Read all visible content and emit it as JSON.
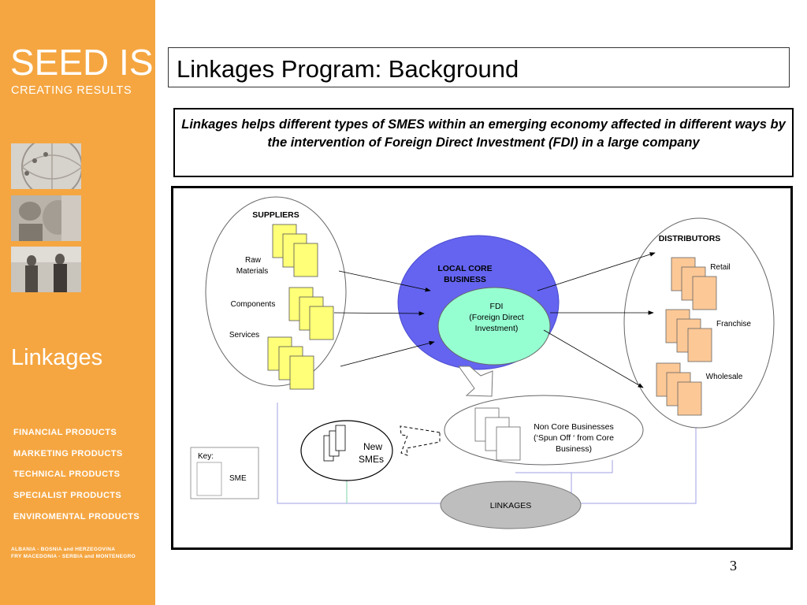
{
  "sidebar": {
    "brand": "SEED IS",
    "tagline": "CREATING RESULTS",
    "program_name": "Linkages",
    "nav_items": [
      "FINANCIAL PRODUCTS",
      "MARKETING PRODUCTS",
      "TECHNICAL PRODUCTS",
      "SPECIALIST PRODUCTS",
      "ENVIROMENTAL PRODUCTS"
    ],
    "countries_line1": "ALBANIA - BOSNIA and HERZEGOVINA",
    "countries_line2": "FRY MACEDONIA - SERBIA and MONTENEGRO",
    "accent_color": "#f5a641"
  },
  "slide": {
    "title": "Linkages Program: Background",
    "intro": "Linkages helps different types of SMES within an emerging economy affected in different ways by the intervention of Foreign Direct Investment (FDI) in a large company",
    "page_number": "3"
  },
  "diagram": {
    "suppliers": {
      "title": "SUPPLIERS",
      "raw_materials_line1": "Raw",
      "raw_materials_line2": "Materials",
      "components": "Components",
      "services": "Services"
    },
    "local_core": {
      "line1": "LOCAL CORE",
      "line2": "BUSINESS"
    },
    "fdi": {
      "line1": "FDI",
      "line2": "(Foreign Direct",
      "line3": "Investment)"
    },
    "distributors": {
      "title": "DISTRIBUTORS",
      "retail": "Retail",
      "franchise": "Franchise",
      "wholesale": "Wholesale"
    },
    "non_core": {
      "line1": "Non Core Businesses",
      "line2": "(‘Spun Off ‘ from Core",
      "line3": "Business)"
    },
    "new_smes": {
      "line1": "New",
      "line2": "SMEs"
    },
    "linkages": "LINKAGES",
    "key": {
      "title": "Key:",
      "sme": "SME"
    },
    "colors": {
      "local_core": "#6464f0",
      "fdi": "#96ffd2",
      "supplier_doc": "#ffff78",
      "distributor_doc": "#fcc896",
      "linkages": "#bebebe",
      "connector": "#a0a0e6"
    }
  }
}
